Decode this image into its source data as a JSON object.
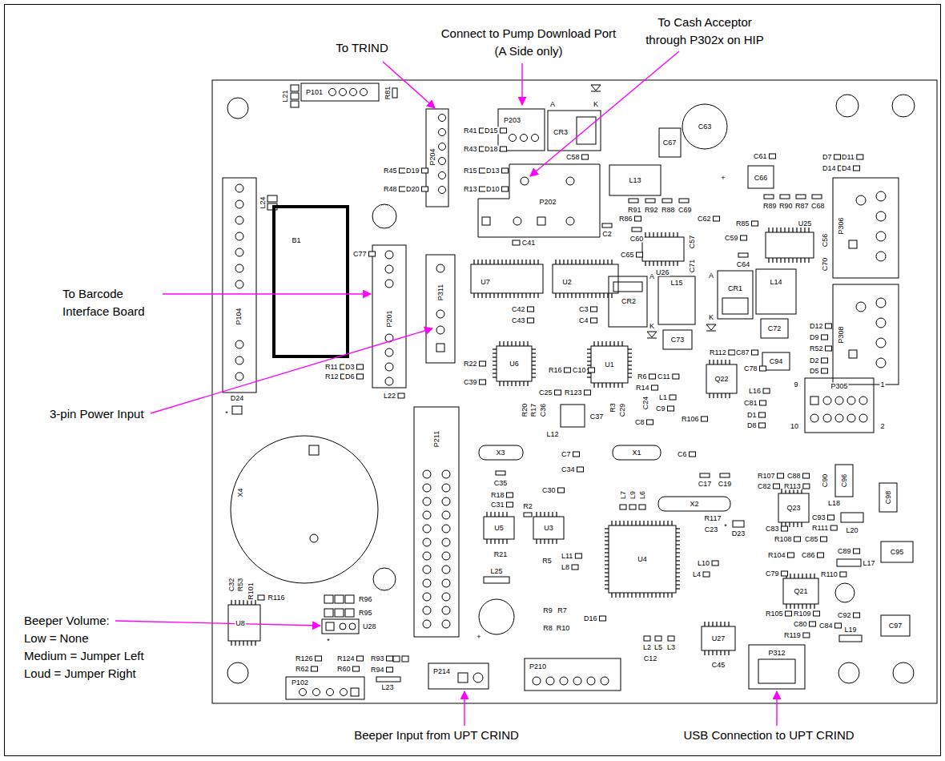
{
  "diagram": {
    "labels": [
      "Connect to Pump Download Port (A Side only)",
      "To TRIND",
      "To Cash Acceptor through P302x on HIP",
      "To Barcode Interface Board",
      "3-pin Power Input",
      "Beeper Volume:",
      "Low = None",
      "Medium = Jumper Left",
      "Loud = Jumper Right",
      "Beeper Input from UPT CRIND",
      "USB Connection to UPT CRIND",
      "L21",
      "P101",
      "R81",
      "A",
      "K",
      "P204",
      "R41",
      "D15",
      "R43",
      "D18",
      "P203",
      "CR3",
      "C67",
      "C63",
      "+",
      "C58",
      "C61",
      "C66",
      "D7",
      "D11",
      "D14",
      "D4",
      "R45",
      "D19",
      "R48",
      "D20",
      "R15",
      "D13",
      "R13",
      "D10",
      "L13",
      "L24",
      "P202",
      "R91",
      "R92",
      "R88",
      "C69",
      "R89",
      "R90",
      "R87",
      "C68",
      "R86",
      "C62",
      "R85",
      "U25",
      "P306",
      "C2",
      "C60",
      "C59",
      "C56",
      "C57",
      "C41",
      "B1",
      "C77",
      "C65",
      "C64",
      "C70",
      "C71",
      "U26",
      "A",
      "A",
      "U7",
      "U2",
      "L15",
      "CR1",
      "L14",
      "P311",
      "CR2",
      "C42",
      "C3",
      "P104",
      "P201",
      "K",
      "C43",
      "C4",
      "K",
      "D12",
      "C72",
      "P308",
      "D9",
      "C73",
      "R52",
      "R112",
      "C87",
      "C94",
      "D2",
      "R22",
      "U6",
      "U1",
      "R11",
      "D3",
      "R16",
      "C10",
      "D5",
      "C78",
      "R6",
      "C11",
      "Q22",
      "R12",
      "D6",
      "C39",
      "9",
      "1",
      "P305",
      "R14",
      "L16",
      "C25",
      "R123",
      "L22",
      "L1",
      "D24",
      "C81",
      "C24",
      "R20",
      "R17",
      "C36",
      "R3",
      "C29",
      "C9",
      "*",
      "D1",
      "C37",
      "R106",
      "C8",
      "D8",
      "10",
      "2",
      "L12",
      "P211",
      "X3",
      "C7",
      "X1",
      "C6",
      "C34",
      "R107",
      "C88",
      "C90",
      "C35",
      "C17",
      "C19",
      "C96",
      "C82",
      "R113",
      "X4",
      "C30",
      "R18",
      "L7",
      "L9",
      "L6",
      "C98",
      "L18",
      "X2",
      "C31",
      "R2",
      "Q23",
      "C93",
      "R117",
      "*",
      "U5",
      "U3",
      "R111",
      "C83",
      "C23",
      "L20",
      "D23",
      "R108",
      "C85",
      "C89",
      "C95",
      "R21",
      "R104",
      "C86",
      "L11",
      "U4",
      "R5",
      "L10",
      "L8",
      "L25",
      "C79",
      "L4",
      "R110",
      "L17",
      "C32",
      "R53",
      "R101",
      "Q21",
      "R116",
      "R96",
      "R9",
      "R7",
      "R95",
      "R105",
      "R109",
      "C92",
      "D16",
      "U8",
      "C80",
      "C97",
      "C84",
      "U28",
      "R8",
      "R10",
      "L19",
      "R119",
      "+",
      "U27",
      "*",
      "L2",
      "L5",
      "L3",
      "P312",
      "R126",
      "R124",
      "R93",
      "C12",
      "C45",
      "P210",
      "R62",
      "R60",
      "R94",
      "P214",
      "P102",
      "L23"
    ]
  }
}
